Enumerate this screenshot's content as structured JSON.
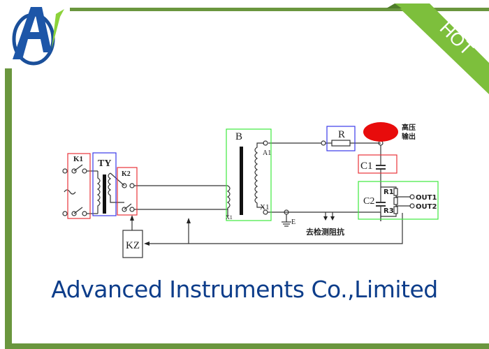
{
  "logo": {
    "letters": "AI"
  },
  "badge": {
    "label": "HOT"
  },
  "watermark": "Advanced Instruments Co.,Limited",
  "diagram": {
    "k1": "K1",
    "ty": "TY",
    "k2": "K2",
    "b": "B",
    "a1": "A1",
    "x1_right": "X1",
    "x1_left": "X1",
    "r": "R",
    "hv_output_line1": "高压",
    "hv_output_line2": "输出",
    "c1": "C1",
    "c2": "C2",
    "r1": "R1",
    "r3": "R3",
    "out1": "OUT1",
    "out2": "OUT2",
    "e": "E",
    "impedance_label": "去检测阻抗",
    "kz": "KZ",
    "ac_symbol": "~"
  },
  "colors": {
    "frame": "#6a963e",
    "ribbon": "#7dbf3c",
    "watermark": "#0d3d8a",
    "red_box": "#e8343a",
    "blue_box": "#3a3ae8",
    "green_box": "#3ee83e"
  }
}
